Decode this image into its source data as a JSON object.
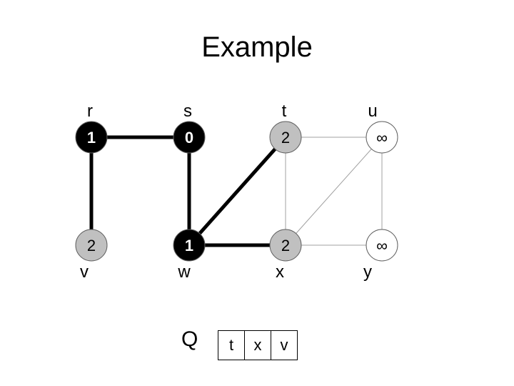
{
  "title": "Example",
  "graph": {
    "vertices": [
      {
        "id": "r",
        "label": "r",
        "value": "1",
        "state": "black"
      },
      {
        "id": "s",
        "label": "s",
        "value": "0",
        "state": "black"
      },
      {
        "id": "t",
        "label": "t",
        "value": "2",
        "state": "gray"
      },
      {
        "id": "u",
        "label": "u",
        "value": "∞",
        "state": "white"
      },
      {
        "id": "v",
        "label": "v",
        "value": "2",
        "state": "gray"
      },
      {
        "id": "w",
        "label": "w",
        "value": "1",
        "state": "black"
      },
      {
        "id": "x",
        "label": "x",
        "value": "2",
        "state": "gray"
      },
      {
        "id": "y",
        "label": "y",
        "value": "∞",
        "state": "white"
      }
    ],
    "edges": [
      {
        "from": "r",
        "to": "s",
        "tree": true
      },
      {
        "from": "r",
        "to": "v",
        "tree": true
      },
      {
        "from": "s",
        "to": "w",
        "tree": true
      },
      {
        "from": "w",
        "to": "t",
        "tree": true
      },
      {
        "from": "w",
        "to": "x",
        "tree": true
      },
      {
        "from": "t",
        "to": "u",
        "tree": false
      },
      {
        "from": "t",
        "to": "x",
        "tree": false
      },
      {
        "from": "x",
        "to": "u",
        "tree": false
      },
      {
        "from": "x",
        "to": "y",
        "tree": false
      },
      {
        "from": "u",
        "to": "y",
        "tree": false
      }
    ]
  },
  "queue": {
    "label": "Q",
    "items": [
      "t",
      "x",
      "v"
    ]
  },
  "colors": {
    "black": "#000000",
    "gray": "#c0c0c0",
    "white": "#ffffff",
    "tree_edge": "#000000",
    "plain_edge": "#a0a0a0"
  }
}
